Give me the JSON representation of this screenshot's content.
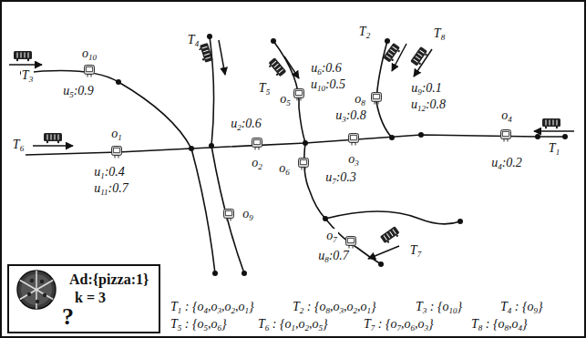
{
  "diagram": {
    "nodes": [
      {
        "text": [
          "Ad:{pizza:1}",
          "k = 3",
          "?"
        ]
      }
    ],
    "labels": [
      "o10",
      "T3",
      "u5:0.9",
      "T4",
      "T5",
      "u6:0.6",
      "u10:0.5",
      "o5",
      "T2",
      "T8",
      "u9:0.1",
      "u12:0.8",
      "o8",
      "T6",
      "o1",
      "u1:0.4",
      "u11:0.7",
      "u2:0.6",
      "o2",
      "u3:0.8",
      "o3",
      "o4",
      "T1",
      "u4:0.2",
      "o6",
      "u7:0.3",
      "o9",
      "o7",
      "u8:0.7",
      "T7",
      "T1 : {o4,o3,o2,o1}",
      "T2 : {o8,o3,o2,o1}",
      "T3 : {o10}",
      "T4 : {o9}",
      "T5 : {o5,o6}",
      "T6 : {o1,o2,o5}",
      "T7 : {o7,o6,o3}",
      "T8 : {o8,o4}"
    ]
  }
}
